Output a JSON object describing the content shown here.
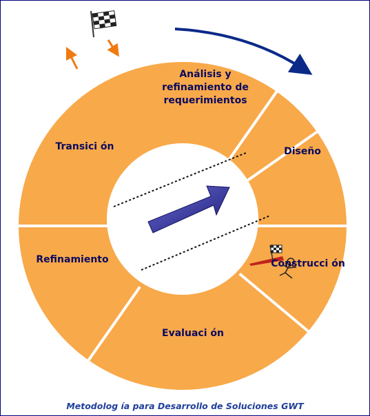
{
  "colors": {
    "segment_fill": "#f8a94a",
    "divider": "#ffffff",
    "center_fill": "#ffffff",
    "label": "#0a0a5e",
    "cycle_arrow": "#0b2a88",
    "center_arrow": "#2e2e96",
    "small_arrows": "#f07a10",
    "caption": "#1f3f9a",
    "frame": "#000080"
  },
  "diagram": {
    "segments": [
      {
        "label_lines": [
          "Análisis y",
          "refinamiento de",
          "requerimientos"
        ]
      },
      {
        "label_lines": [
          "Diseño"
        ]
      },
      {
        "label_lines": [
          "Construcci ón"
        ]
      },
      {
        "label_lines": [
          "Evaluaci ón"
        ]
      },
      {
        "label_lines": [
          "Refinamiento"
        ]
      },
      {
        "label_lines": [
          "Transici ón"
        ]
      }
    ],
    "icons": [
      "checkered-flag-icon",
      "runner-with-flag-icon",
      "curved-cycle-arrow-icon",
      "forward-arrow-icon"
    ]
  },
  "caption": "Metodolog ía para Desarrollo de Soluciones GWT"
}
